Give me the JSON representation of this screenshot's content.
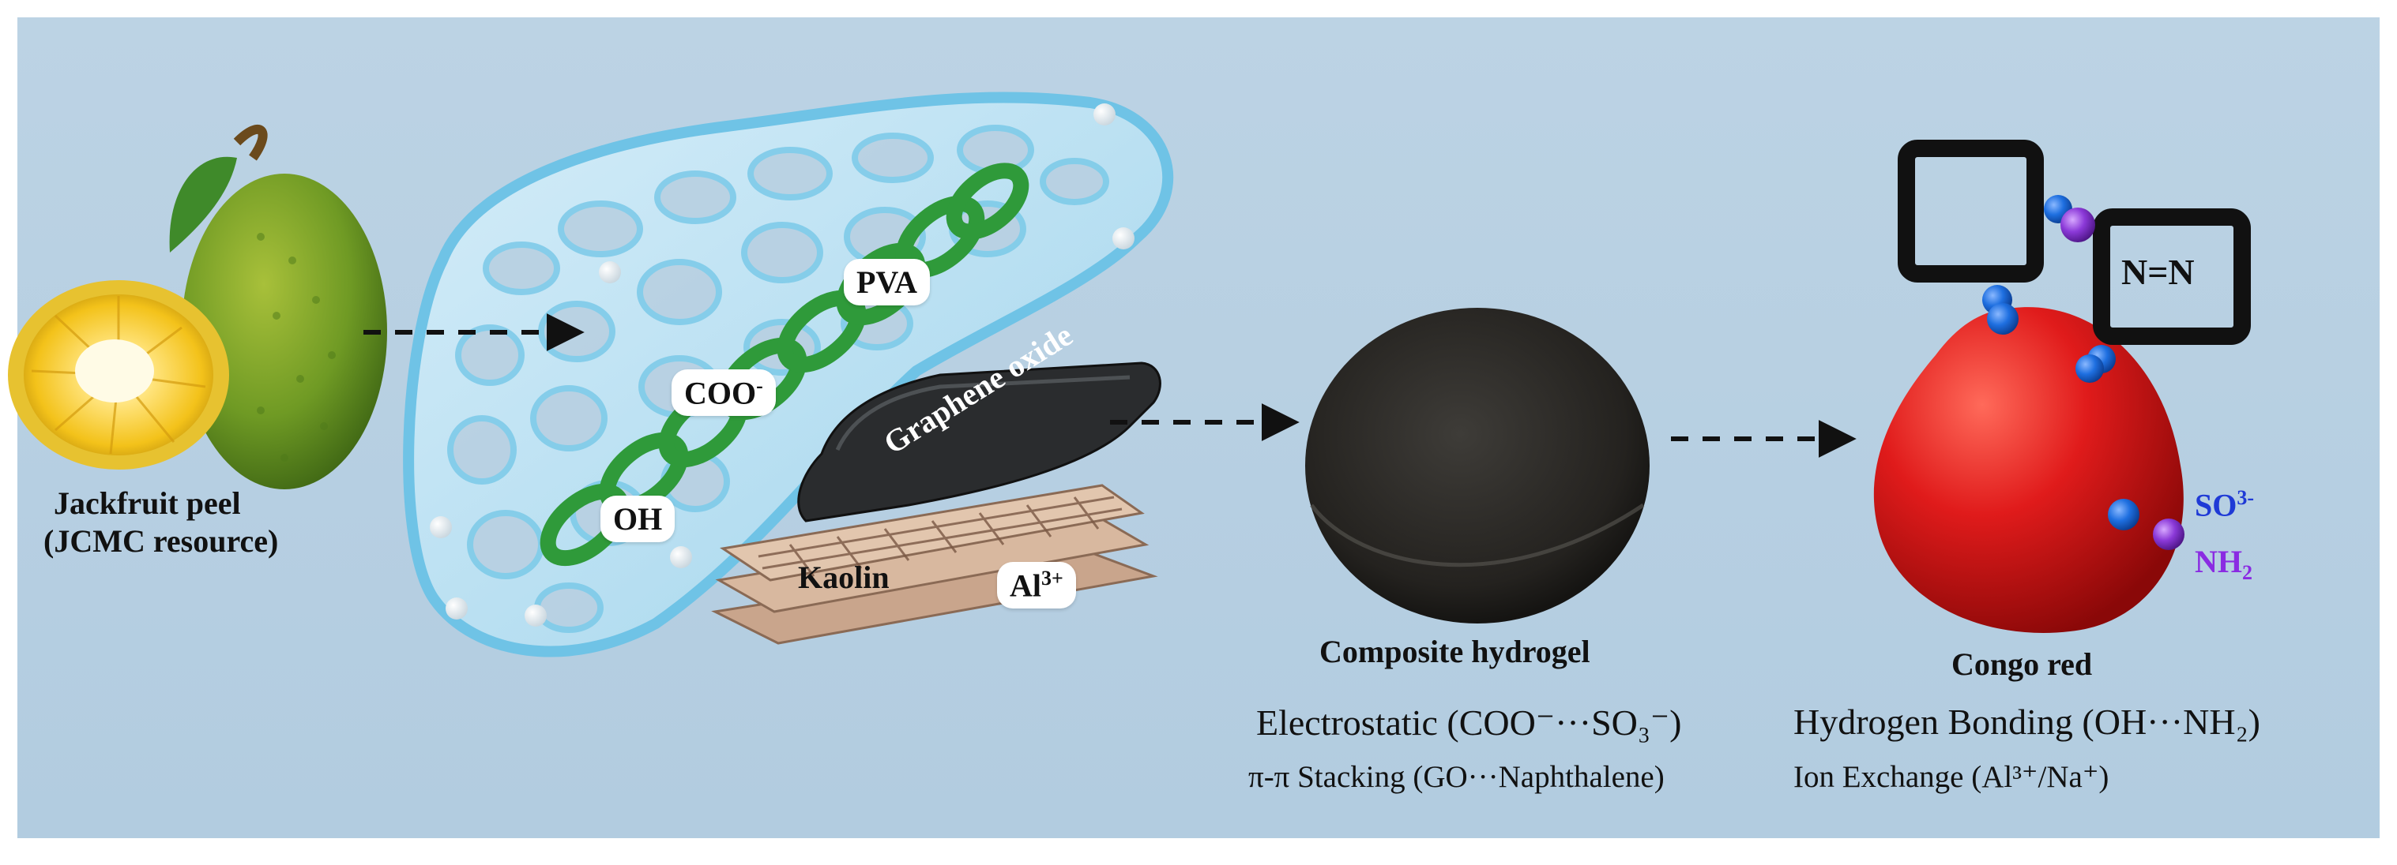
{
  "labels": {
    "jackfruit_line1": "Jackfruit peel",
    "jackfruit_line2": "(JCMC resource)",
    "pva": "PVA",
    "coo": "COO",
    "coo_sup": "-",
    "oh": "OH",
    "graphene_oxide": "Graphene oxide",
    "kaolin": "Kaolin",
    "al": "Al",
    "al_sup": "3+",
    "composite": "Composite hydrogel",
    "congo": "Congo red",
    "azo": "N=N",
    "so3": "SO",
    "so3_sup": "3-",
    "nh2": "NH",
    "nh2_sub": "2"
  },
  "interactions": {
    "electrostatic": "Electrostatic (COO⁻···SO₃⁻)",
    "pi_stacking": "π-π Stacking (GO···Naphthalene)",
    "hbond": "Hydrogen Bonding (OH···NH₂)",
    "ion_exchange": "Ion Exchange (Al³⁺/Na⁺)"
  },
  "colors": {
    "background": "#b8d0e2",
    "chain_green": "#2f9a3a",
    "hydrogel_edge": "#6fc3e6",
    "congo_red": "#e01b1b",
    "sulfonate_blue": "#1f3ad6",
    "amine_purple": "#8a2be2",
    "ball_blue": "#1e6fe0",
    "ball_purple": "#8b39d8"
  }
}
